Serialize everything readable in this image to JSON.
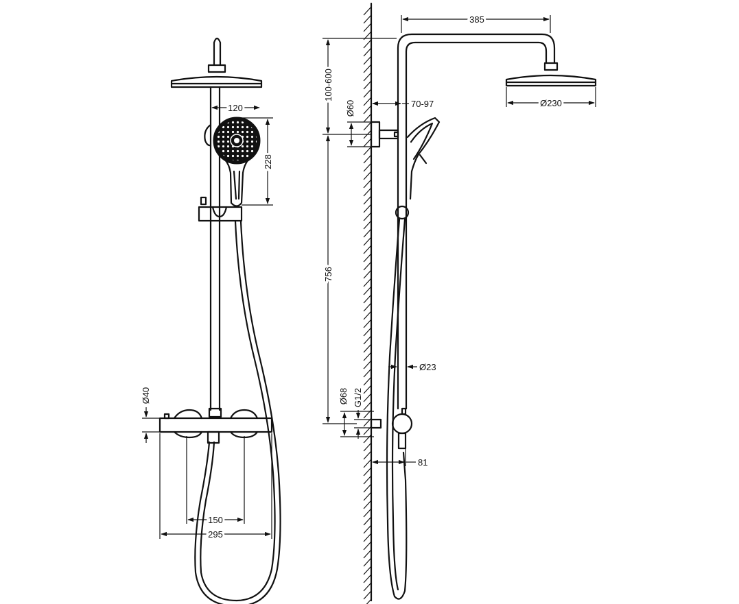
{
  "dimensions": {
    "head_arm_length": "385",
    "riser_adjust": "100-600",
    "wall_bracket_depth": "70-97",
    "bracket_diameter": "Ø60",
    "head_diameter": "Ø230",
    "handshower_width": "120",
    "handshower_length": "228",
    "column_height": "756",
    "pipe_diameter": "Ø23",
    "valve_diameter": "Ø68",
    "inlet_thread": "G1/2",
    "valve_depth": "81",
    "handle_diameter": "Ø40",
    "inlet_spacing": "150",
    "mixer_width": "295"
  },
  "colors": {
    "line": "#111111",
    "background": "#ffffff"
  }
}
